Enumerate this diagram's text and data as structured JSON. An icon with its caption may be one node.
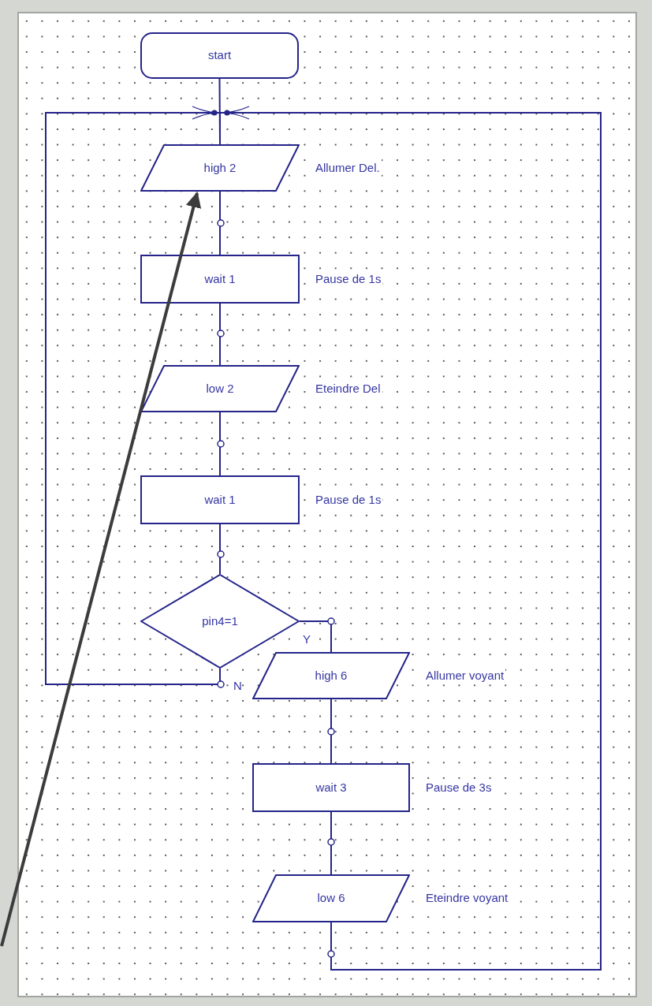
{
  "diagram": {
    "nodes": [
      {
        "text": [
          "start"
        ]
      },
      {
        "text": [
          "high 2"
        ],
        "beside": [
          "Allumer Del."
        ]
      },
      {
        "text": [
          "wait 1"
        ],
        "beside": [
          "Pause de 1s"
        ]
      },
      {
        "text": [
          "low 2"
        ],
        "beside": [
          "Eteindre Del"
        ]
      },
      {
        "text": [
          "wait 1"
        ],
        "beside": [
          "Pause de 1s"
        ]
      },
      {
        "text": [
          "pin4=1"
        ]
      },
      {
        "text": [
          "high 6"
        ],
        "beside": [
          "Allumer voyant"
        ]
      },
      {
        "text": [
          "wait 3"
        ],
        "beside": [
          "Pause de 3s"
        ]
      },
      {
        "text": [
          "low 6"
        ],
        "beside": [
          "Eteindre voyant"
        ]
      }
    ],
    "edges": [
      {
        "from": 0,
        "to": 1,
        "arrow": "none"
      },
      {
        "from": 1,
        "to": 2,
        "arrow": "none"
      },
      {
        "from": 2,
        "to": 3,
        "arrow": "none"
      },
      {
        "from": 3,
        "to": 4,
        "arrow": "none"
      },
      {
        "from": 4,
        "to": 5,
        "arrow": "none"
      },
      {
        "from": 5,
        "to": 6,
        "arrow": "none",
        "label": "Y"
      },
      {
        "from": 6,
        "to": 7,
        "arrow": "none"
      },
      {
        "from": 7,
        "to": 8,
        "arrow": "none"
      },
      {
        "from": 5,
        "to": 1,
        "arrow": "none",
        "label": "N"
      },
      {
        "from": 8,
        "to": 1,
        "arrow": "none"
      },
      {
        "from": null,
        "to": 1,
        "arrow": "to",
        "style": "thick",
        "color": "#3c3c3c"
      }
    ]
  }
}
